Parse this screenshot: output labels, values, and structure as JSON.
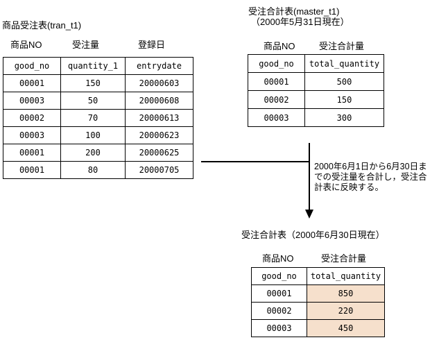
{
  "colors": {
    "highlight": "#f6e0cc",
    "line": "#000000",
    "background": "#ffffff"
  },
  "tran_table": {
    "title": "商品受注表(tran_t1)",
    "column_labels": [
      "商品NO",
      "受注量",
      "登録日"
    ],
    "headers": [
      "good_no",
      "quantity_1",
      "entrydate"
    ],
    "rows": [
      [
        "00001",
        "150",
        "20000603"
      ],
      [
        "00003",
        "50",
        "20000608"
      ],
      [
        "00002",
        "70",
        "20000613"
      ],
      [
        "00003",
        "100",
        "20000623"
      ],
      [
        "00001",
        "200",
        "20000625"
      ],
      [
        "00001",
        "80",
        "20000705"
      ]
    ]
  },
  "master_table": {
    "title_line1": "受注合計表(master_t1)",
    "title_line2": "（2000年5月31日現在）",
    "column_labels": [
      "商品NO",
      "受注合計量"
    ],
    "headers": [
      "good_no",
      "total_quantity"
    ],
    "rows": [
      [
        "00001",
        "500"
      ],
      [
        "00002",
        "150"
      ],
      [
        "00003",
        "300"
      ]
    ]
  },
  "annotation": {
    "lines": [
      "2000年6月1日から6月30日ま",
      "での受注量を合計し，受注合",
      "計表に反映する。"
    ]
  },
  "result_table": {
    "title": "受注合計表（2000年6月30日現在）",
    "column_labels": [
      "商品NO",
      "受注合計量"
    ],
    "headers": [
      "good_no",
      "total_quantity"
    ],
    "rows": [
      [
        "00001",
        "850"
      ],
      [
        "00002",
        "220"
      ],
      [
        "00003",
        "450"
      ]
    ]
  }
}
